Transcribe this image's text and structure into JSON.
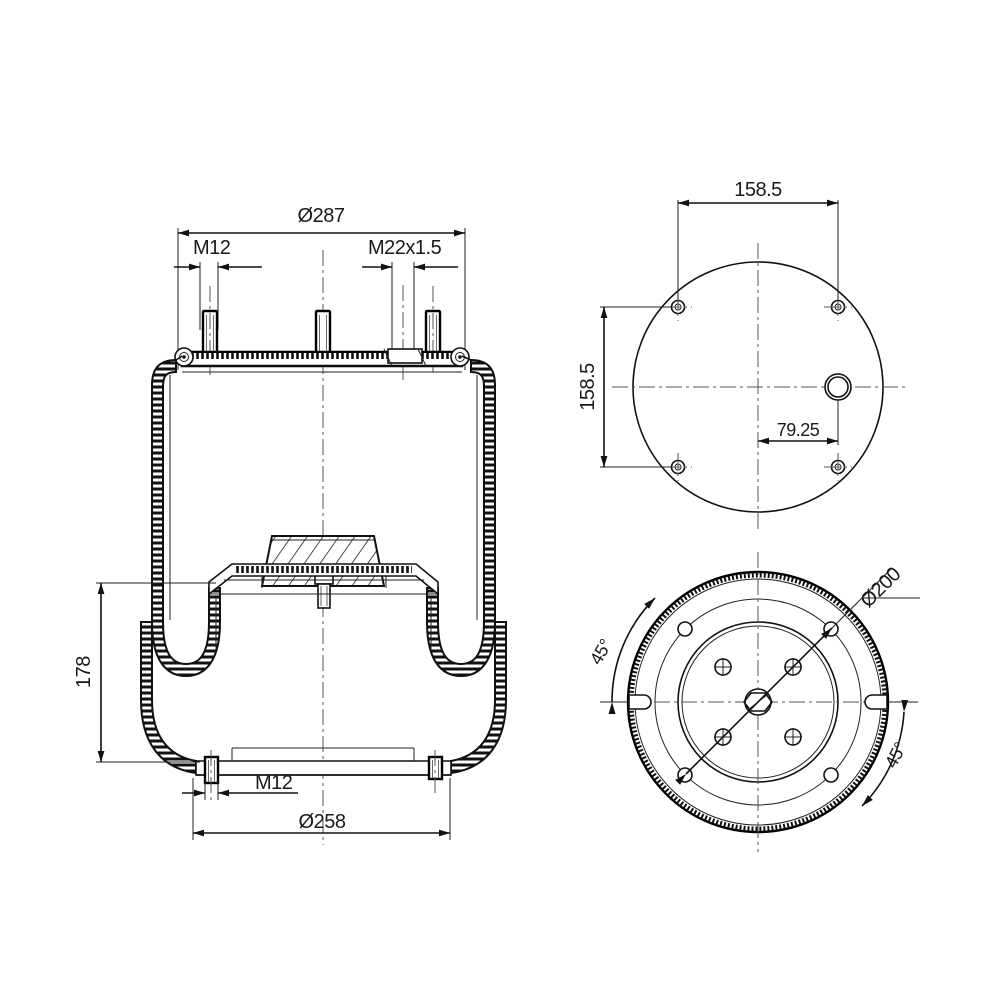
{
  "drawing": {
    "title": "Air spring bellows technical drawing",
    "sheet_background": "#ffffff",
    "line_color": "#111111",
    "text_color": "#1a1a1a"
  },
  "views": {
    "section_view": {
      "name": "front-cross-section",
      "dimensions": {
        "top_diameter": "Ø287",
        "top_stud_thread": "M12",
        "top_port_thread": "M22x1.5",
        "height": "178",
        "bottom_stud_thread": "M12",
        "bottom_diameter": "Ø258"
      }
    },
    "top_plate_view": {
      "name": "top-plate-plan",
      "dimensions": {
        "bolt_span_horizontal": "158.5",
        "bolt_span_vertical": "158.5",
        "port_offset": "79.25"
      }
    },
    "bottom_piston_view": {
      "name": "bottom-piston-plan",
      "dimensions": {
        "pitch_diameter": "Ø200",
        "angle_left": "45°",
        "angle_right": "45°"
      }
    }
  },
  "labels": {
    "d287": "Ø287",
    "m12_top": "M12",
    "m22": "M22x1.5",
    "h178": "178",
    "m12_bottom": "M12",
    "d258": "Ø258",
    "s158_top": "158.5",
    "s158_left": "158.5",
    "s79": "79.25",
    "d200": "Ø200",
    "ang_left": "45°",
    "ang_right": "45°"
  }
}
